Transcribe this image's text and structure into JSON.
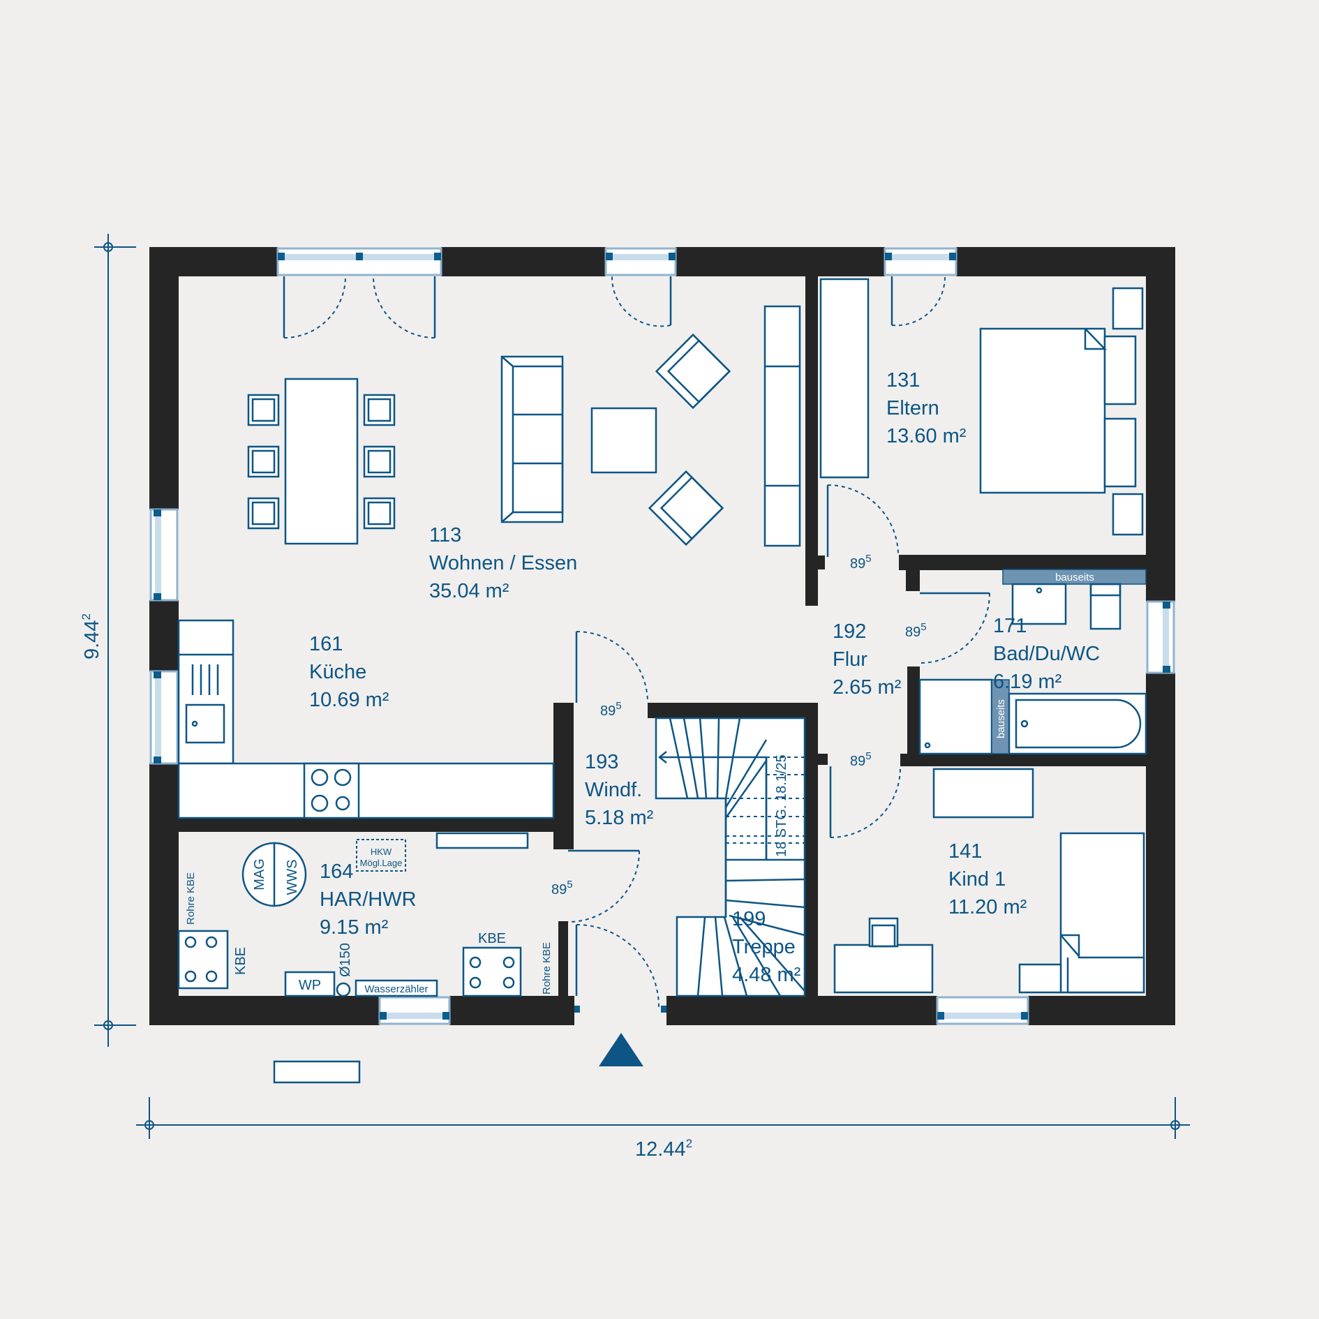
{
  "dimensions": {
    "width": "12.44",
    "width_sup": "2",
    "height": "9.44",
    "height_sup": "2"
  },
  "rooms": [
    {
      "num": "113",
      "name": "Wohnen / Essen",
      "area": "35.04 m²"
    },
    {
      "num": "161",
      "name": "Küche",
      "area": "10.69 m²"
    },
    {
      "num": "164",
      "name": "HAR/HWR",
      "area": "9.15 m²"
    },
    {
      "num": "193",
      "name": "Windf.",
      "area": "5.18 m²"
    },
    {
      "num": "199",
      "name": "Treppe",
      "area": "4.48 m²"
    },
    {
      "num": "192",
      "name": "Flur",
      "area": "2.65 m²"
    },
    {
      "num": "131",
      "name": "Eltern",
      "area": "13.60 m²"
    },
    {
      "num": "171",
      "name": "Bad/Du/WC",
      "area": "6.19 m²"
    },
    {
      "num": "141",
      "name": "Kind 1",
      "area": "11.20 m²"
    }
  ],
  "door_width": "89",
  "door_width_sup": "5",
  "labels": {
    "bauseits_1": "bauseits",
    "bauseits_2": "bauseits",
    "stairs": "18 STG. 18.1/25",
    "hkw_1": "HKW",
    "hkw_2": "Mögl.Lage",
    "mag": "MAG",
    "wws": "WWS",
    "rohre_kbe_1": "Rohre KBE",
    "rohre_kbe_2": "Rohre KBE",
    "kbe_1": "KBE",
    "kbe_2": "KBE",
    "wp": "WP",
    "d150": "Ø150",
    "wasserzaehler": "Wasserzähler"
  }
}
